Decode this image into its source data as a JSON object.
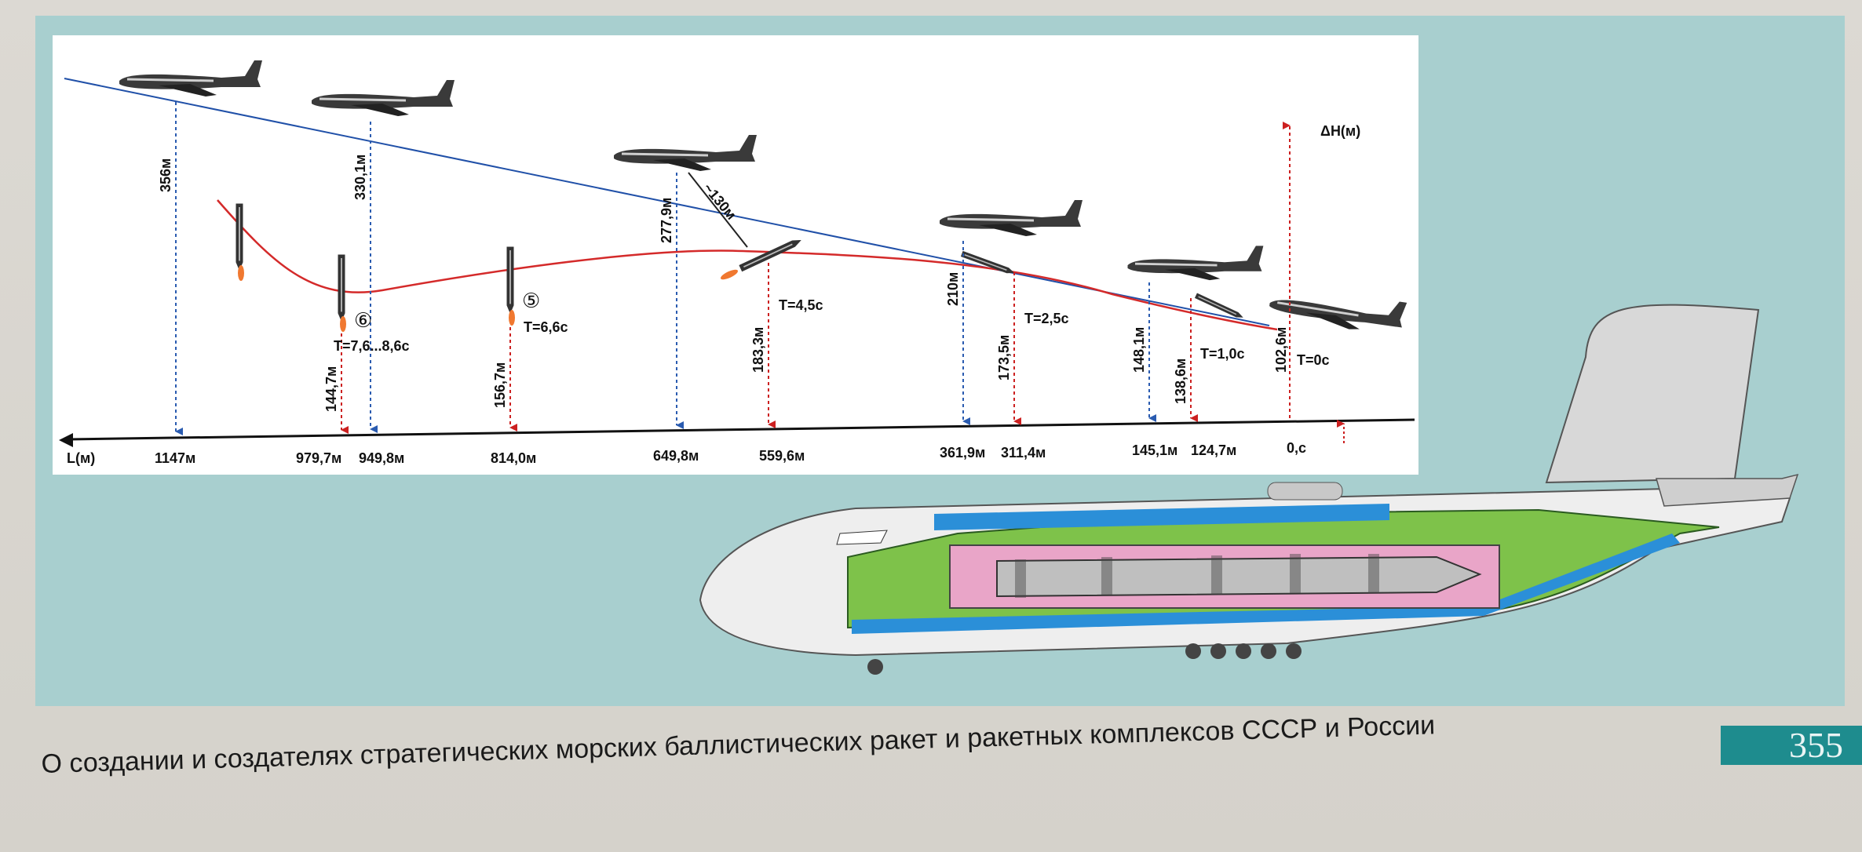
{
  "diagram": {
    "axis_label": "L(м)",
    "dh_label": "ΔH(м)",
    "distances": [
      "1147м",
      "979,7м",
      "949,8м",
      "814,0м",
      "649,8м",
      "559,6м",
      "361,9м",
      "311,4м",
      "145,1м",
      "124,7м",
      "0,с"
    ],
    "aircraft_heights": [
      "356м",
      "330,1м",
      "277,9м",
      "210м",
      "148,1м",
      "102,6м"
    ],
    "missile_heights": [
      "144,7м",
      "156,7м",
      "183,3м",
      "173,5м",
      "138,6м"
    ],
    "separation_label": "~130м",
    "times": [
      "T=7,6...8,6с",
      "T=6,6с",
      "T=4,5с",
      "T=2,5с",
      "T=1,0с",
      "T=0с"
    ],
    "stage_markers": [
      "⑥",
      "⑤"
    ],
    "colors": {
      "aircraft_arrow": "#2a5bb0",
      "missile_arrow": "#cc2020",
      "trajectory_line": "#2050a8",
      "missile_path": "#d42a2a"
    }
  },
  "footer": {
    "title": "О создании и создателях стратегических морских баллистических ракет и ракетных комплексов СССР и России",
    "page_number": "355"
  }
}
